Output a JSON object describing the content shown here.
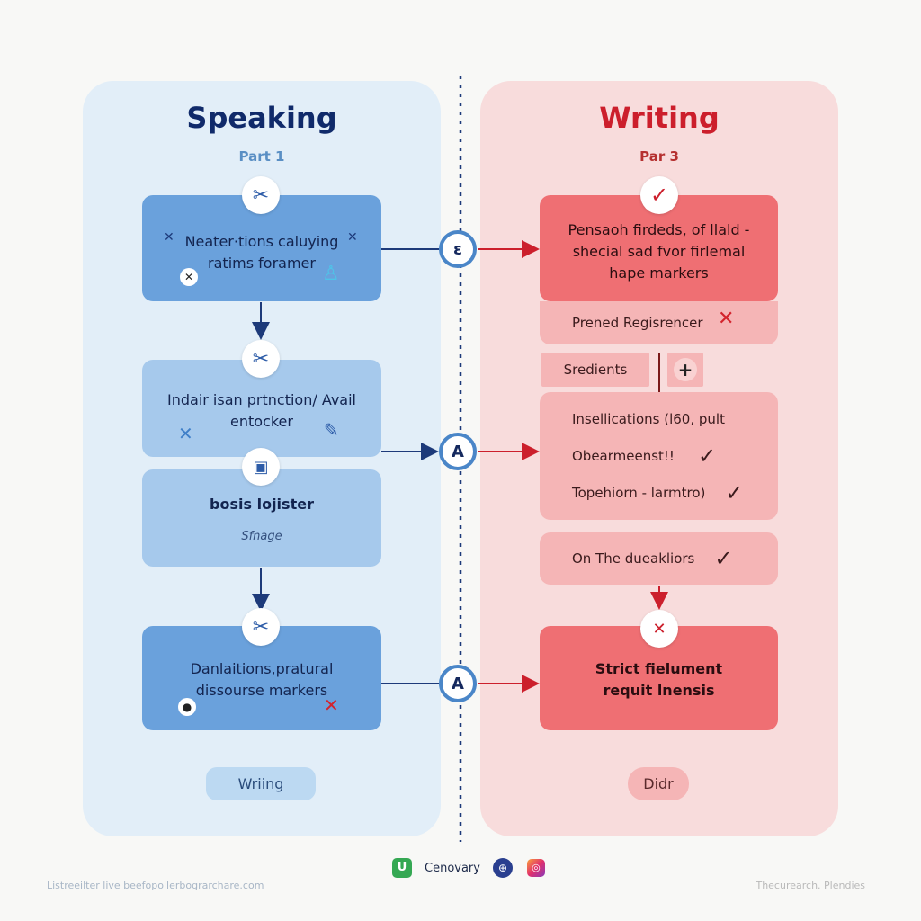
{
  "speaking": {
    "title": "Speaking",
    "subtitle": "Part 1",
    "box1": "Neater·tions caluying ratims foramer",
    "box2": "Indair isan prtnction/ Avail entocker",
    "box3": "bosis lojister",
    "box3_sub": "Sfnage",
    "box4": "Danlaitions,pratural dissourse markers",
    "footer_pill": "Wriing"
  },
  "writing": {
    "title": "Writing",
    "subtitle": "Par 3",
    "box1": "Pensaoh firdeds, of llald - shecial sad fvor firlemal hape markers",
    "box1_sub": "Prened Regisrencer",
    "tag": "Sredients",
    "list_items": [
      "Insellications (l60, pult",
      "Obearmeenst!!",
      "Topehiorn - larmtro)"
    ],
    "box3": "On The dueakliors",
    "box4": "Strict fielument requit lnensis",
    "footer_pill": "Didr"
  },
  "hubs": [
    "ε",
    "A",
    "A"
  ],
  "footer": {
    "brand": "Cenovary",
    "left_text": "Listreeilter live beefopollerbograrchare.com",
    "right_text": "Thecurearch. Plendies"
  },
  "colors": {
    "speaking_accent": "#102a6a",
    "writing_accent": "#cc1f2c",
    "connector": "#1d3a7a",
    "red_arrow": "#cc1f2c"
  }
}
